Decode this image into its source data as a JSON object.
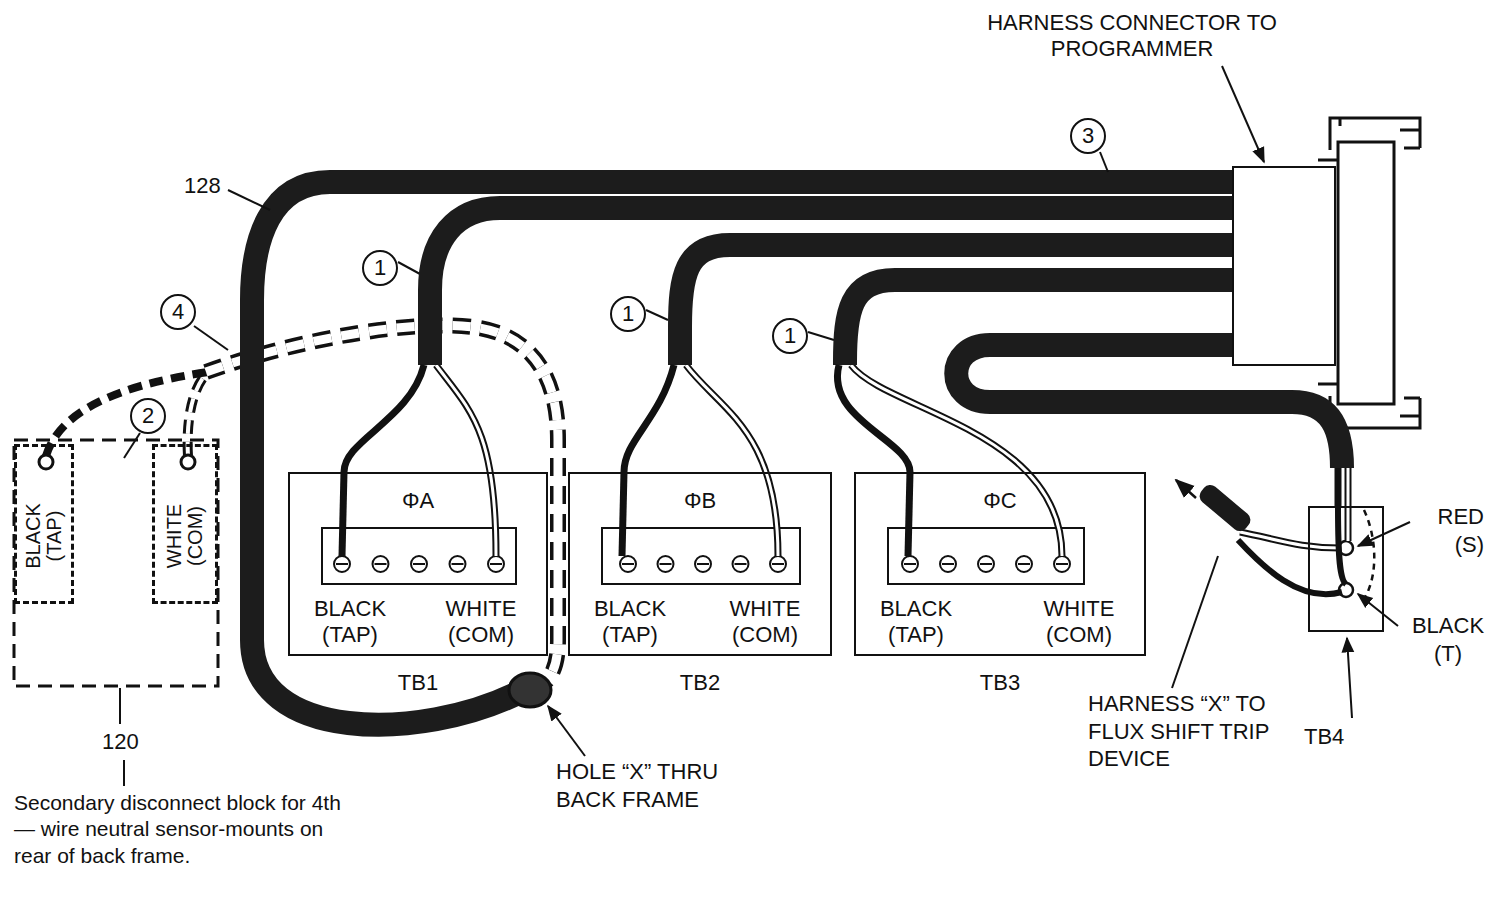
{
  "diagram": {
    "nodes": [
      {
        "text": [
          "BLACK (TAP)"
        ]
      },
      {
        "text": [
          "WHITE (COM)"
        ]
      },
      {
        "text": [
          "ΦA",
          "BLACK (TAP)",
          "WHITE (COM)",
          "TB1"
        ]
      },
      {
        "text": [
          "ΦB",
          "BLACK (TAP)",
          "WHITE (COM)",
          "TB2"
        ]
      },
      {
        "text": [
          "ΦC",
          "BLACK (TAP)",
          "WHITE (COM)",
          "TB3"
        ]
      },
      {
        "text": [
          "TB4"
        ]
      },
      {
        "text": [
          "HARNESS CONNECTOR TO PROGRAMMER"
        ]
      }
    ],
    "edges": [
      {
        "from": 6,
        "to": 2,
        "arrow": "none"
      },
      {
        "from": 6,
        "to": 3,
        "arrow": "none"
      },
      {
        "from": 6,
        "to": 4,
        "arrow": "none"
      },
      {
        "from": 6,
        "to": 5,
        "arrow": "none"
      }
    ],
    "labels": [
      "128",
      "4",
      "1",
      "1",
      "1",
      "3",
      "2",
      "120",
      "Secondary disconnect block for 4th — wire neutral sensor-mounts on rear of back frame.",
      "HOLE “X” THRU BACK FRAME",
      "HARNESS “X” TO FLUX SHIFT TRIP DEVICE",
      "RED (S)",
      "BLACK (T)"
    ]
  }
}
